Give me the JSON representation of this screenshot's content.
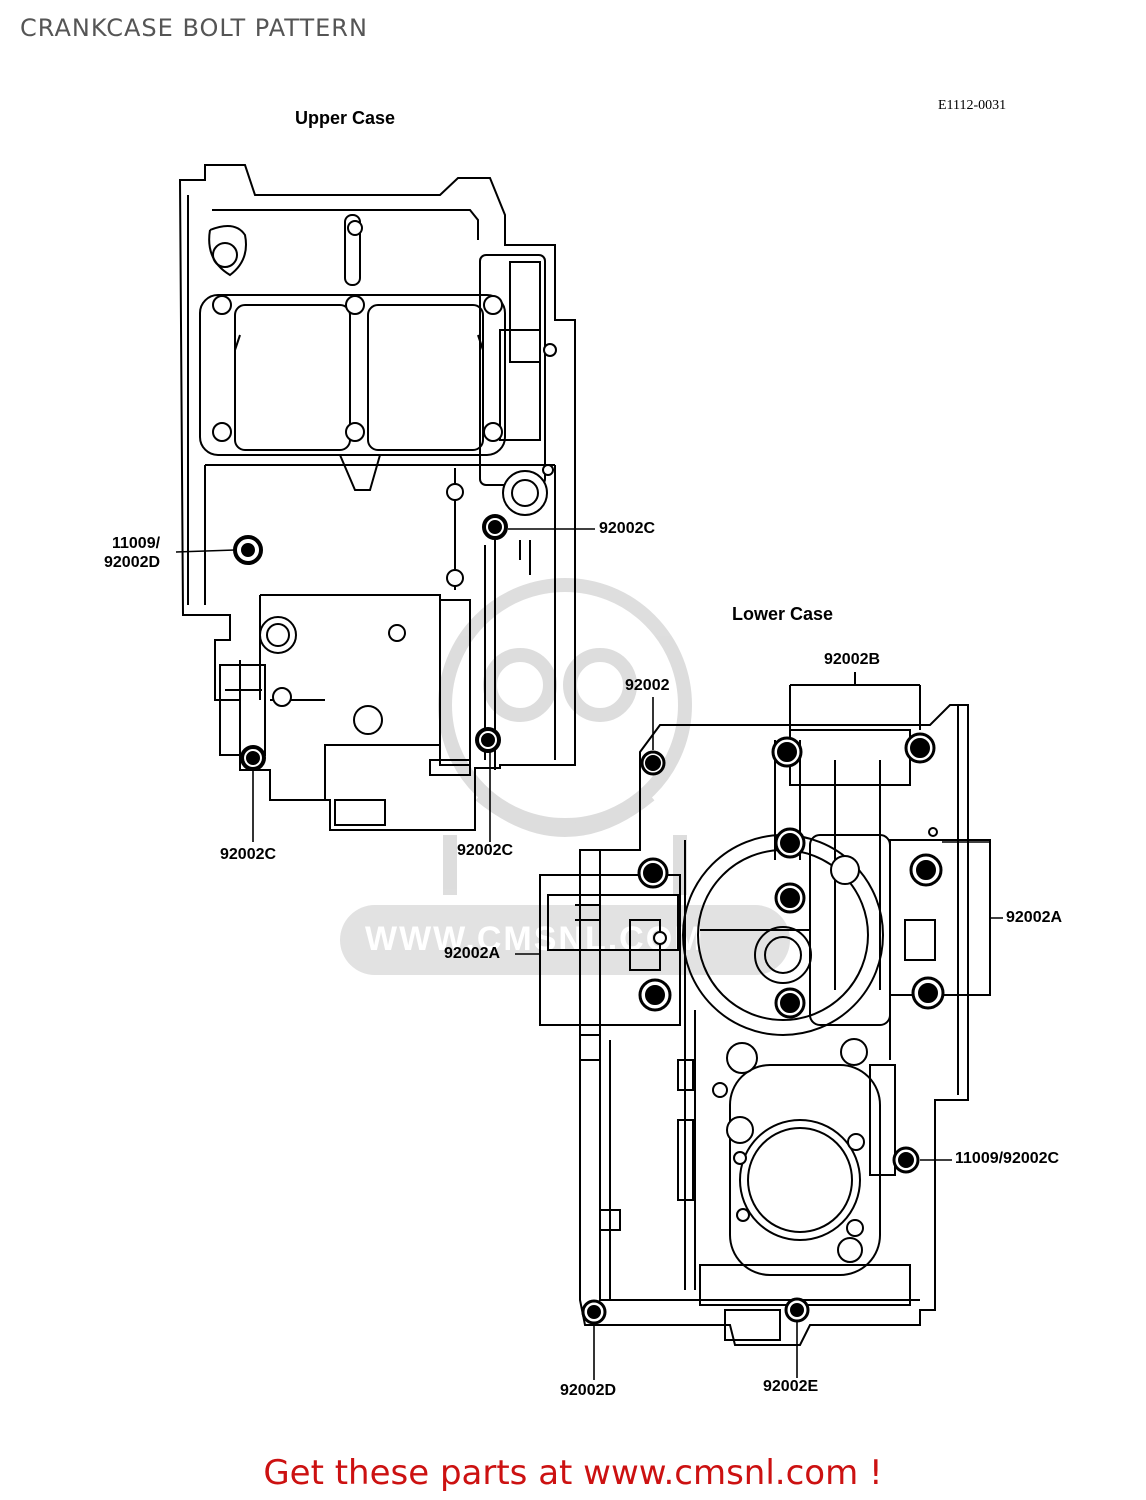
{
  "page_title": "CRANKCASE BOLT PATTERN",
  "drawing_code": "E1112-0031",
  "upper_case": {
    "title": "Upper Case",
    "labels": {
      "left_stud": "11009/\n92002D",
      "right_c": "92002C",
      "bottom_left_c": "92002C",
      "bottom_right_c": "92002C"
    }
  },
  "lower_case": {
    "title": "Lower Case",
    "labels": {
      "top_plain": "92002",
      "top_b": "92002B",
      "right_a": "92002A",
      "left_a": "92002A",
      "right_c": "11009/92002C",
      "bottom_d": "92002D",
      "bottom_e": "92002E"
    }
  },
  "watermark": "WWW.CMSNL.COM",
  "footer": {
    "text": "Get these parts at www.cmsnl.com !"
  },
  "colors": {
    "footer": "#cc1111",
    "watermark": "#d9d9d9",
    "line": "#000000"
  }
}
